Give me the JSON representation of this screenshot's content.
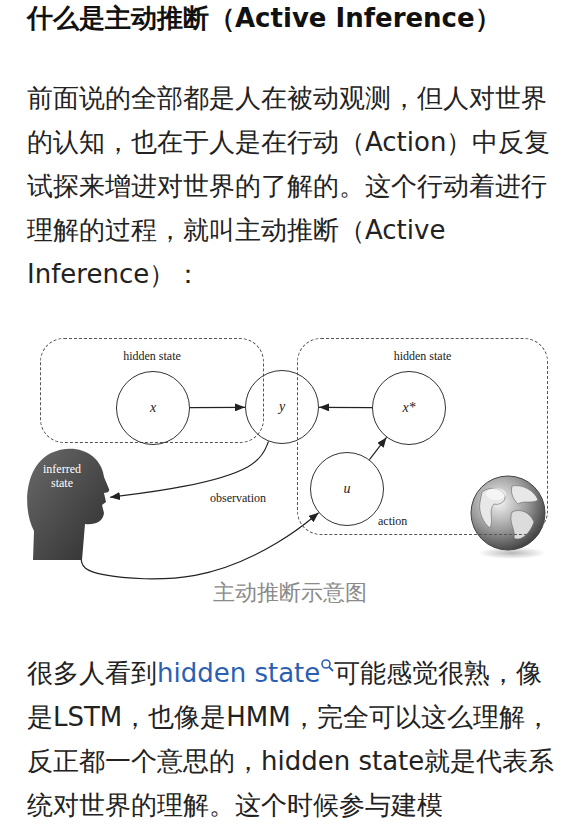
{
  "diagram": {
    "title": "什么是主动推断（Active Inference）",
    "caption": "主动推断示意图",
    "nodes": [
      {
        "text": [
          "hidden state"
        ]
      },
      {
        "text": [
          "x"
        ],
        "in": 0
      },
      {
        "text": [
          "y"
        ]
      },
      {
        "text": [
          "hidden state"
        ]
      },
      {
        "text": [
          "x*"
        ],
        "in": 3
      },
      {
        "text": [
          "u"
        ],
        "in": 3
      },
      {
        "text": [
          "inferred state"
        ]
      }
    ],
    "edges": [
      {
        "from": 1,
        "to": 2,
        "arrow": "to"
      },
      {
        "from": 4,
        "to": 2,
        "arrow": "to"
      },
      {
        "from": 5,
        "to": 4,
        "arrow": "to"
      },
      {
        "from": 2,
        "to": 6,
        "label": "observation",
        "arrow": "to"
      },
      {
        "from": 6,
        "to": 5,
        "arrow": "to"
      }
    ],
    "labels": [
      "前面说的全部都是人在被动观测，但人对世界的认知，也在于人是在行动（Action）中反复试探来增进对世界的了解的。这个行动着进行理解的过程，就叫主动推断（Active Inference）：",
      "action",
      "很多人看到",
      "hidden state",
      "可能感觉很熟，像是LSTM，也像是HMM，完全可以这么理解，反正都一个意思的，hidden state就是代表系统对世界的理解。这个时候参与建模"
    ]
  }
}
